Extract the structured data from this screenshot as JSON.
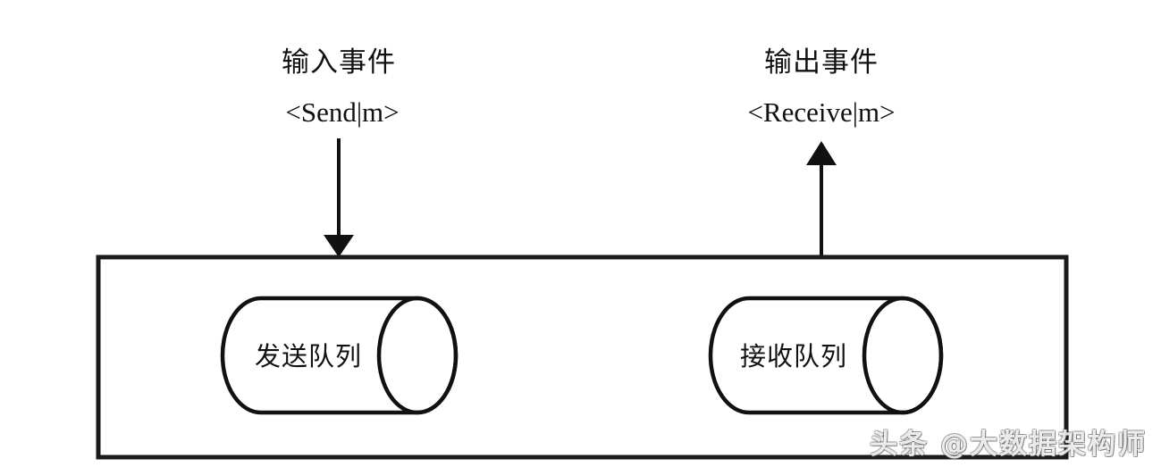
{
  "diagram": {
    "type": "message-queue-block-diagram",
    "background_color": "#ffffff",
    "line_color": "#111111",
    "input_flow": {
      "title_cjk": "输入事件",
      "title_latin": "<Send|m>",
      "arrow_direction": "down",
      "arrow_name": "input-event-arrow"
    },
    "output_flow": {
      "title_cjk": "输出事件",
      "title_latin": "<Receive|m>",
      "arrow_direction": "up",
      "arrow_name": "output-event-arrow"
    },
    "container": {
      "name": "process-container",
      "label": ""
    },
    "queues": [
      {
        "id": "send-queue",
        "label": "发送队列"
      },
      {
        "id": "receive-queue",
        "label": "接收队列"
      }
    ]
  },
  "watermark": {
    "text": "头条 @大数据架构师"
  }
}
